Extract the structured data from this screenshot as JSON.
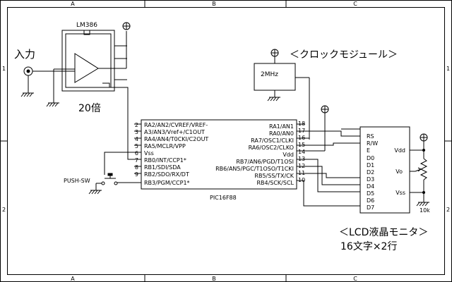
{
  "frame": {
    "columns_top": [
      "A",
      "B",
      "C"
    ],
    "columns_bottom": [
      "A",
      "B",
      "C"
    ],
    "rows_left": [
      "1",
      "2"
    ],
    "rows_right": [
      "1",
      "2"
    ]
  },
  "amp": {
    "part": "LM386",
    "gain": "20倍"
  },
  "input": {
    "label": "入力"
  },
  "clock": {
    "title": "＜クロックモジュール＞",
    "freq": "2MHz"
  },
  "mcu": {
    "part": "PIC16F88",
    "left_pins": [
      {
        "num": "2",
        "name": "RA2/AN2/CVREF/VREF-"
      },
      {
        "num": "3",
        "name": "A3/AN3/Vref+/C1OUT"
      },
      {
        "num": "4",
        "name": "RA4/AN4/T0CKI/C2OUT"
      },
      {
        "num": "5",
        "name": "RA5/MCLR/VPP"
      },
      {
        "num": "6",
        "name": "Vss"
      },
      {
        "num": "7",
        "name": "RB0/INT/CCP1*"
      },
      {
        "num": "8",
        "name": "RB1/SDI/SDA"
      },
      {
        "num": "9",
        "name": "RB2/SDO/RX/DT"
      },
      {
        "num": "",
        "name": "RB3/PGM/CCP1*"
      }
    ],
    "right_pins": [
      {
        "num": "18",
        "name": "RA1/AN1"
      },
      {
        "num": "17",
        "name": "RA0/AN0"
      },
      {
        "num": "16",
        "name": "RA7/OSC1/CLKI"
      },
      {
        "num": "15",
        "name": "RA6/OSC2/CLKO"
      },
      {
        "num": "14",
        "name": "Vdd"
      },
      {
        "num": "13",
        "name": "RB7/AN6/PGD/T1OSI"
      },
      {
        "num": "12",
        "name": "RB6/AN5/PGC/T1OSO/T1CKI"
      },
      {
        "num": "11",
        "name": "RB5/SS/TX/CK"
      },
      {
        "num": "10",
        "name": "RB4/SCK/SCL"
      }
    ]
  },
  "switch": {
    "label": "PUSH-SW"
  },
  "lcd": {
    "title": "＜LCD液晶モニタ＞",
    "subtitle": "16文字×2行",
    "left_pins": [
      "RS",
      "R/W",
      "E",
      "D0",
      "D1",
      "D2",
      "D3",
      "D4",
      "D5",
      "D6",
      "D7"
    ],
    "right_pins": [
      "Vdd",
      "Vo",
      "Vss"
    ]
  },
  "trimmer": {
    "value": "10k"
  }
}
